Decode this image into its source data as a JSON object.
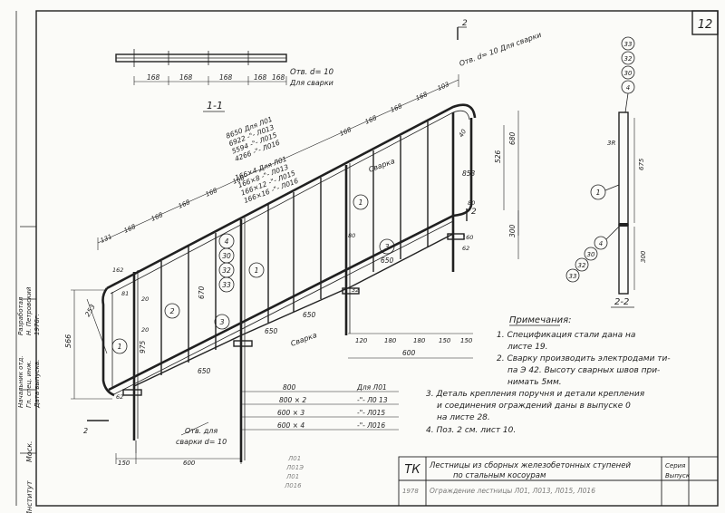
{
  "sheet": {
    "number": "12",
    "view_1_1": "1-1",
    "view_2_2": "2-2",
    "marker_1": "1",
    "marker_2": "2"
  },
  "parts": [
    "1",
    "2",
    "3",
    "4"
  ],
  "marks": [
    "33",
    "32",
    "30",
    "4"
  ],
  "top_view": {
    "dims": [
      "168",
      "168",
      "168",
      "168",
      "168"
    ],
    "hole_note_1": "Отв. d= 10",
    "hole_note_2": "Для сварки"
  },
  "dims": {
    "iso_top": [
      "131",
      "168",
      "168",
      "168",
      "168",
      "168",
      "168",
      "168",
      "168",
      "168",
      "168",
      "168",
      "103"
    ],
    "bottom_pitch": [
      "120",
      "180",
      "180",
      "150",
      "150"
    ],
    "small": [
      "81",
      "20",
      "20",
      "20",
      "62",
      "162",
      "160",
      "62",
      "80",
      "20",
      "40",
      "32",
      "80"
    ],
    "left_h": [
      "566",
      "253",
      "975",
      "670",
      "660"
    ],
    "mid": [
      "650",
      "650",
      "600",
      "650",
      "650",
      "600",
      "800"
    ],
    "right": [
      "680",
      "526",
      "853",
      "300",
      "300",
      "675",
      "3R"
    ],
    "bottom_left": [
      "150",
      "600",
      "2"
    ],
    "right_tip": "40"
  },
  "labels": {
    "rod_length_lines": [
      "8650  Для Л01",
      "6922  -\"- Л013",
      "5594  -\"- Л015",
      "4266  -\"- Л016"
    ],
    "bar_spec_lines": [
      "166×4  Для Л01",
      "166×8  -\"- Л013",
      "166×12  -\"- Л015",
      "166×16  -\"- Л016"
    ],
    "weld": "Сварка",
    "hole_top_right": "Отв. d= 10 Для сварки",
    "hole_bottom_1": "Отв. для",
    "hole_bottom_2": "сварки d= 10"
  },
  "table": [
    {
      "size": "800",
      "mark": "Для Л01"
    },
    {
      "size": "800 × 2",
      "mark": "-\"- Л0 13"
    },
    {
      "size": "600 × 3",
      "mark": "-\"- Л015"
    },
    {
      "size": "600 × 4",
      "mark": "-\"- Л016"
    }
  ],
  "bottom_marks": [
    "Л01",
    "Л01Э",
    "Л01",
    "Л016"
  ],
  "notes": {
    "heading": "Примечания:",
    "lines": [
      "1. Спецификация стали дана на",
      "листе 19.",
      "2. Сварку производить электродами ти-",
      "па Э 42. Высоту сварных швов при-",
      "нимать 5мм.",
      "3. Деталь крепления поручня и детали крепления",
      "и соединения ограждений даны в выпуске 0",
      "на листе 28.",
      "4. Поз. 2 см. лист 10."
    ]
  },
  "title_block": {
    "tk": "ТК",
    "line1": "Лестницы из сборных железобетонных ступеней",
    "line2": "по стальным косоурам",
    "line3": "Ограждение лестницы Л01, Л013, Л015, Л016",
    "year": "1978",
    "col_a": "Серия",
    "col_b": "Выпуск"
  },
  "side_stamp": {
    "lines": [
      "Институт",
      "Моск.",
      "Начальник отд.",
      "Гл. спец. инж.",
      "Дата выпуска:",
      "Разработал",
      "Н. Петровский",
      "1976г."
    ]
  }
}
